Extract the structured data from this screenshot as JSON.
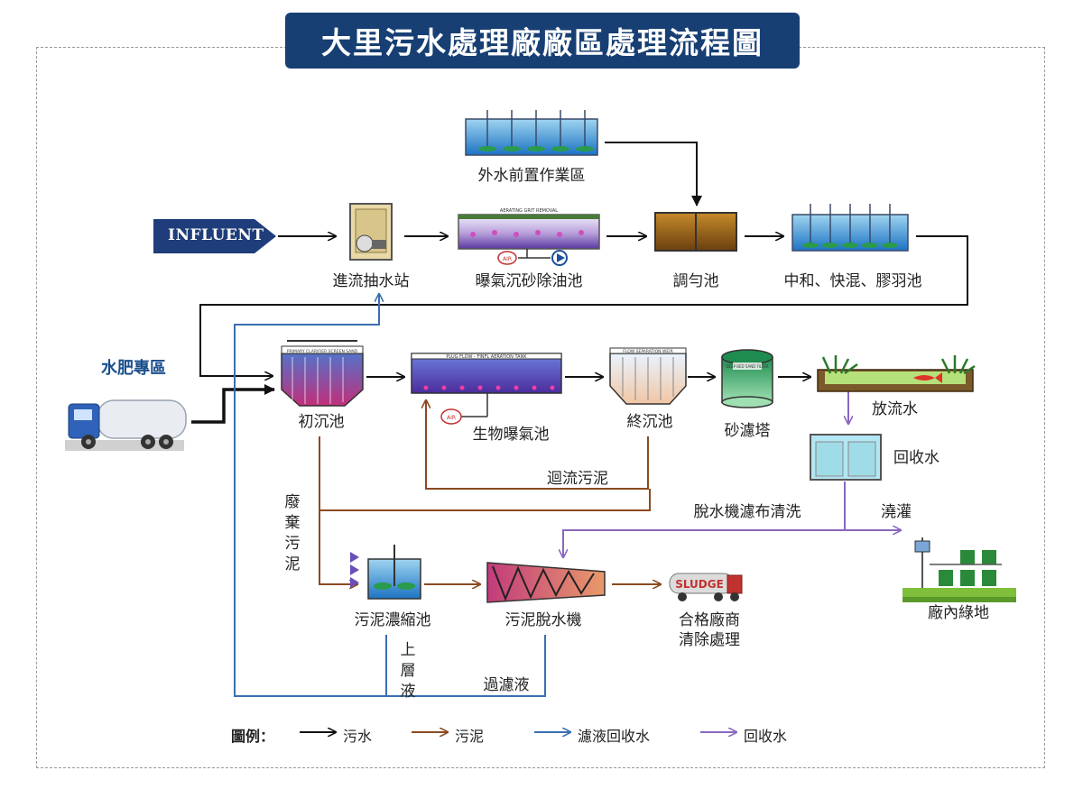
{
  "title": "大里污水處理廠廠區處理流程圖",
  "influent_label": "INFLUENT",
  "units": {
    "external_water": "外水前置作業區",
    "intake_station": "進流抽水站",
    "grit_tank": "曝氣沉砂除油池",
    "equalization": "調勻池",
    "neutralization": "中和、快混、膠羽池",
    "septage_area": "水肥專區",
    "primary_clarifier": "初沉池",
    "aeration_tank": "生物曝氣池",
    "final_clarifier": "終沉池",
    "sand_filter": "砂濾塔",
    "effluent": "放流水",
    "reclaimed_water": "回收水",
    "irrigation": "澆灌",
    "green_area": "廠內綠地",
    "thickener": "污泥濃縮池",
    "dewatering": "污泥脫水機",
    "contractor_line1": "合格廠商",
    "contractor_line2": "清除處理"
  },
  "flow_labels": {
    "return_sludge": "迴流污泥",
    "waste_sludge": "廢棄污泥",
    "supernatant": "上層液",
    "filtrate": "過濾液",
    "cloth_wash": "脫水機濾布清洗"
  },
  "equipment_text": {
    "grit_tank_header": "AERATING GRIT REMOVAL",
    "primary_header": "PRIMARY CLARIFIER SCREEN SAND",
    "aeration_header": "PLUG FLOW - FINFL AERATION TANK",
    "final_header": "FLOW SEPARATION WEIR",
    "filter_header": "DEEP BED SAND FILTER",
    "air_label": "AIR",
    "sludge_truck": "SLUDGE"
  },
  "legend": {
    "title": "圖例：",
    "items": [
      {
        "label": "污水",
        "color": "#111111"
      },
      {
        "label": "污泥",
        "color": "#8b4a22"
      },
      {
        "label": "濾液回收水",
        "color": "#3a6fb0"
      },
      {
        "label": "回收水",
        "color": "#8a67c2"
      }
    ]
  },
  "colors": {
    "title_bg": "#173f73",
    "sewage": "#111111",
    "sludge": "#8b4a22",
    "filtrate": "#3a6fb0",
    "reclaimed": "#8a67c2",
    "influent_arrow": "#1f3d7a"
  }
}
